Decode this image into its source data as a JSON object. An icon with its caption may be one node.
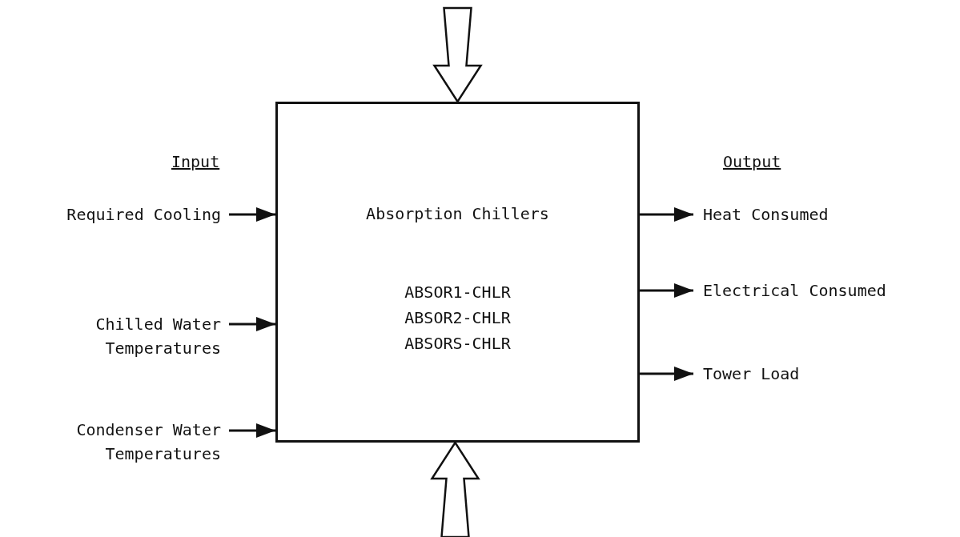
{
  "diagram": {
    "nodes": [
      {
        "text": [
          "Absorption Chillers",
          "ABSOR1-CHLR",
          "ABSOR2-CHLR",
          "ABSORS-CHLR"
        ]
      },
      {
        "text": [
          "Required Cooling"
        ]
      },
      {
        "text": [
          "Chilled Water Temperatures"
        ]
      },
      {
        "text": [
          "Condenser Water Temperatures"
        ]
      },
      {
        "text": [
          "Heat Consumed"
        ]
      },
      {
        "text": [
          "Electrical Consumed"
        ]
      },
      {
        "text": [
          "Tower Load"
        ]
      }
    ],
    "edges": [
      {
        "from": null,
        "to": 0,
        "arrow": "to",
        "style": "thick"
      },
      {
        "from": 1,
        "to": 0,
        "arrow": "to"
      },
      {
        "from": 2,
        "to": 0,
        "arrow": "to"
      },
      {
        "from": 3,
        "to": 0,
        "arrow": "to"
      },
      {
        "from": 0,
        "to": 4,
        "arrow": "to"
      },
      {
        "from": 0,
        "to": 5,
        "arrow": "to"
      },
      {
        "from": 0,
        "to": 6,
        "arrow": "to"
      },
      {
        "from": null,
        "to": 0,
        "arrow": "to",
        "style": "thick"
      }
    ],
    "labels": [
      "Input",
      "Output"
    ]
  }
}
